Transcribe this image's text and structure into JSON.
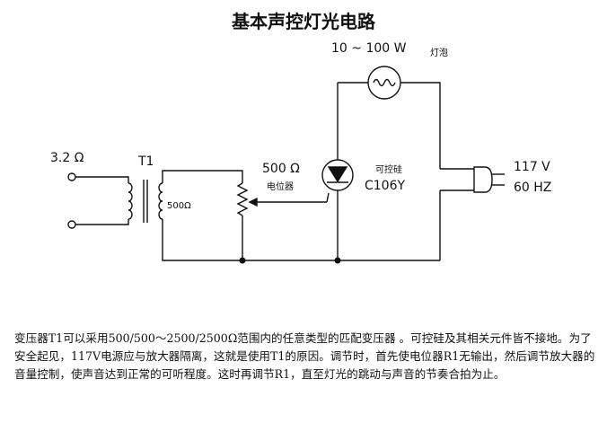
{
  "title": "基本声控灯光电路",
  "labels": {
    "lamp_power": "10 ~ 100 W",
    "lamp_name": "灯泡",
    "input_impedance": "3.2 Ω",
    "transformer": "T1",
    "transformer_secondary": "500Ω",
    "pot_value": "500 Ω",
    "pot_name": "电位器",
    "scr_name": "可控硅",
    "scr_model": "C106Y",
    "mains_voltage": "117 V",
    "mains_freq": "60 HZ"
  },
  "description": "变压器T1可以采用500/500～2500/2500Ω范围内的任意类型的匹配变压器 。可控硅及其相关元件皆不接地。为了安全起见，117V电源应与放大器隔离，这就是使用T1的原因。调节时，首先使电位器R1无输出，然后调节放大器的音量控制，使声音达到正常的可听程度。这时再调节R1，直至灯光的跳动与声音的节奏合拍为止。"
}
